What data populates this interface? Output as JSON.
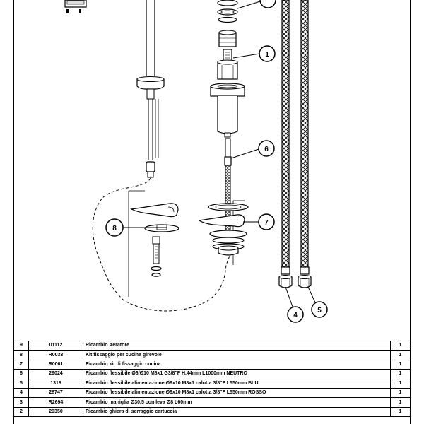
{
  "callouts": {
    "c1": "1",
    "c4": "4",
    "c5": "5",
    "c6": "6",
    "c7": "7",
    "c8": "8"
  },
  "parts": [
    {
      "pos": "9",
      "code": "01112",
      "description": "Ricambio Aeratore",
      "qty": "1"
    },
    {
      "pos": "8",
      "code": "R0033",
      "description": "Kit fissaggio per cucina girevole",
      "qty": "1"
    },
    {
      "pos": "7",
      "code": "R0061",
      "description": "Ricambio kit di fissaggio cucina",
      "qty": "1"
    },
    {
      "pos": "6",
      "code": "29024",
      "description": "Ricambio flessibile Ø6/Ø10 M8x1 G3/8\"F H.44mm L1000mm NEUTRO",
      "qty": "1"
    },
    {
      "pos": "5",
      "code": "1318",
      "description": "Ricambio flessibile alimentazione Ø6x10 M8x1 calotta 3/8\"F L550mm BLU",
      "qty": "1"
    },
    {
      "pos": "4",
      "code": "28747",
      "description": "Ricambio flessibile alimentazione Ø6x10 M8x1 calotta 3/8\"F L550mm ROSSO",
      "qty": "1"
    },
    {
      "pos": "3",
      "code": "R2694",
      "description": "Ricambio maniglia Ø30.5 con leva Ø8 L60mm",
      "qty": "1"
    },
    {
      "pos": "2",
      "code": "29350",
      "description": "Ricambio ghiera di serraggio cartuccia",
      "qty": "1"
    }
  ]
}
